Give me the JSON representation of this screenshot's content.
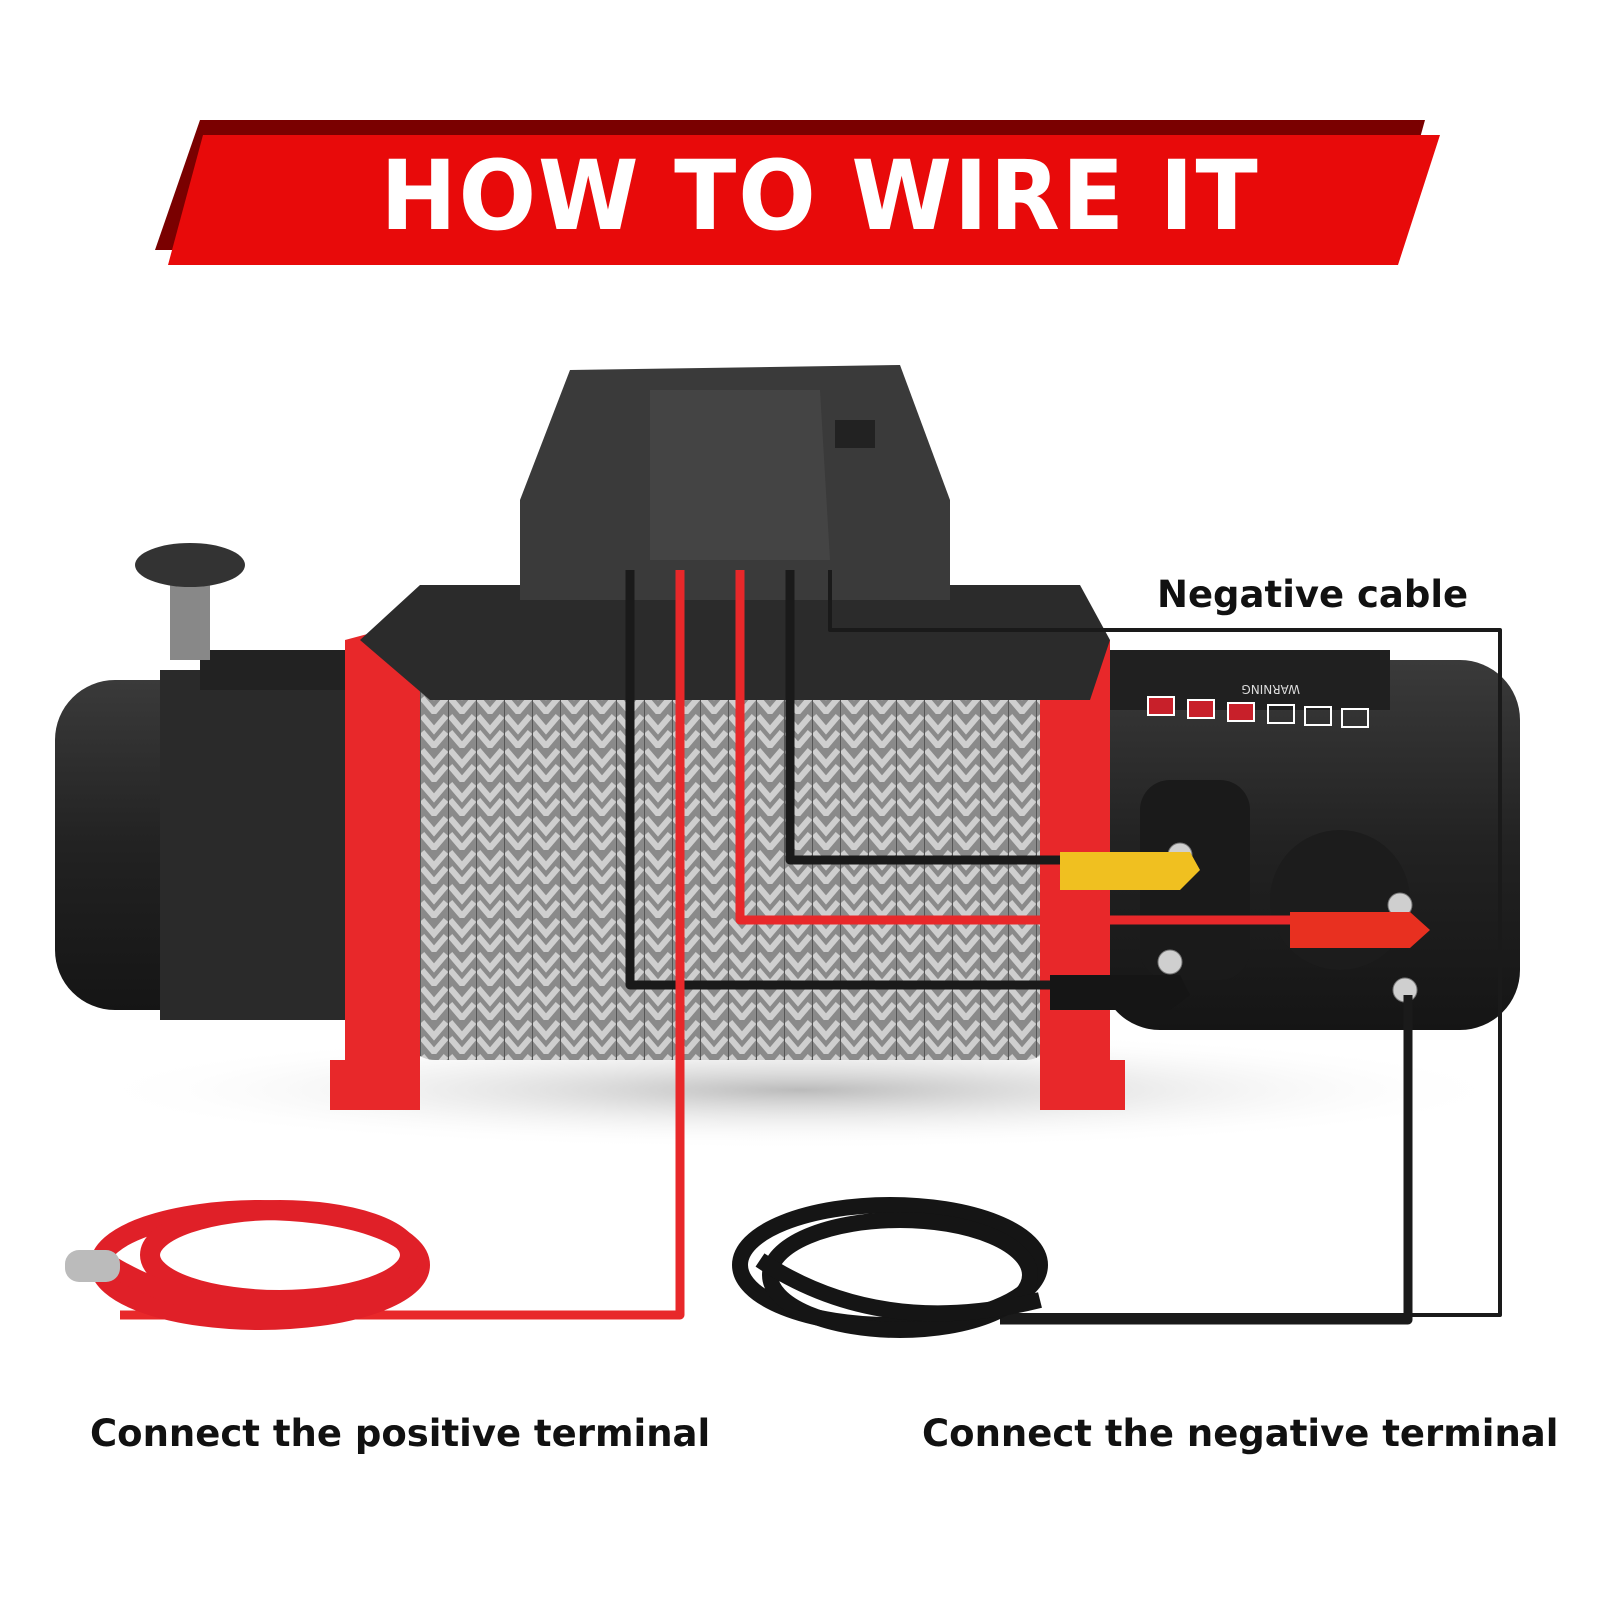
{
  "header": {
    "title": "HOW TO WIRE IT"
  },
  "labels": {
    "negative_cable": "Negative cable",
    "positive_terminal": "Connect the positive terminal",
    "negative_terminal": "Connect the negative terminal"
  },
  "product": {
    "warning_label": "WARNING"
  },
  "colors": {
    "banner_red": "#e80a0a",
    "banner_shadow": "#7a0000",
    "positive_wire": "#e8282a",
    "negative_wire": "#1a1a1a",
    "terminal_cap_positive": "#e83020",
    "terminal_cap_negative": "#f0c020"
  }
}
